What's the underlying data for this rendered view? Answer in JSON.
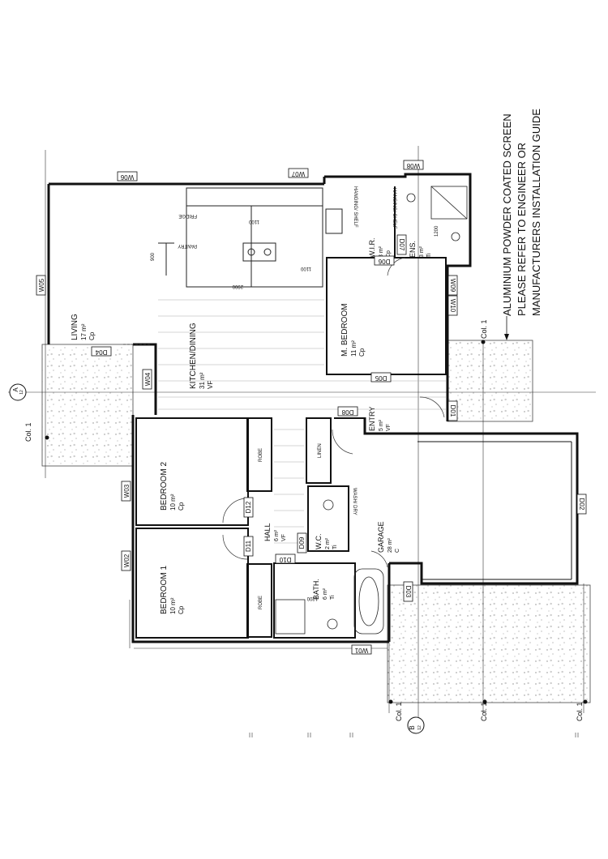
{
  "rooms": {
    "living": {
      "name": "LIVING",
      "area": "17 m²",
      "finish": "Cp"
    },
    "kitchen": {
      "name": "KITCHEN/DINING",
      "area": "31 m²",
      "finish": "VF"
    },
    "master": {
      "name": "M. BEDROOM",
      "area": "11 m²",
      "finish": "Cp"
    },
    "wir": {
      "name": "W.I.R.",
      "area": "3 m²",
      "finish": "Cp"
    },
    "ens": {
      "name": "ENS.",
      "area": "3 m²",
      "finish": "Ti"
    },
    "entry": {
      "name": "ENTRY",
      "area": "5 m²",
      "finish": "VF"
    },
    "bed2": {
      "name": "BEDROOM 2",
      "area": "10 m²",
      "finish": "Cp"
    },
    "bed1": {
      "name": "BEDROOM 1",
      "area": "10 m²",
      "finish": "Cp"
    },
    "hall": {
      "name": "HALL",
      "area": "6 m²",
      "finish": "VF"
    },
    "wc": {
      "name": "W.C.",
      "area": "2 m²",
      "finish": "Ti"
    },
    "bath": {
      "name": "BATH.",
      "area": "6 m²",
      "finish": "Ti"
    },
    "garage": {
      "name": "GARAGE",
      "area": "28 m²",
      "finish": "C"
    }
  },
  "fixtures": {
    "pantry": "PANTRY",
    "fridge": "FRIDGE",
    "hanging_shelf_1": "HANGING/ SHELF",
    "hanging_shelf_2": "HANGING/ SHELF",
    "robe_1": "ROBE",
    "robe_2": "ROBE",
    "linen": "LINEN",
    "wash_dry": "WASH/ DRY"
  },
  "dimensions": {
    "d900": "900",
    "d1100": "1100",
    "d2900": "2900",
    "d1200a": "1200",
    "d1200b": "1200"
  },
  "windows": [
    "W01",
    "W02",
    "W03",
    "W04",
    "W05",
    "W06",
    "W07",
    "W08",
    "W09",
    "W10"
  ],
  "doors": [
    "D01",
    "D02",
    "D03",
    "D04",
    "D05",
    "D06",
    "D07",
    "D08",
    "D09",
    "D10",
    "D11",
    "D12"
  ],
  "columns": [
    "Col. 1",
    "Col. 1",
    "Col. 1",
    "Col. 1",
    "Col. 1"
  ],
  "grid_markers": {
    "a": "A",
    "a_num": "12",
    "b": "B",
    "b_num": "12"
  },
  "note": {
    "line1": "ALUMINIUM POWDER COATED SCREEN",
    "line2": "PLEASE REFER TO ENGINEER OR",
    "line3": "MANUFACTURERS INSTALLATION GUIDE"
  },
  "colors": {
    "line": "#111111",
    "hatch": "#777777"
  }
}
